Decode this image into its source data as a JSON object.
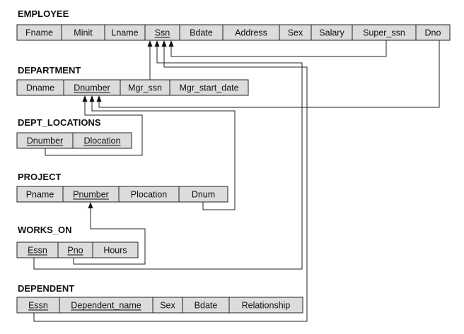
{
  "relations": [
    {
      "id": "employee",
      "name": "EMPLOYEE",
      "attributes": [
        "Fname",
        "Minit",
        "Lname",
        "Ssn",
        "Bdate",
        "Address",
        "Sex",
        "Salary",
        "Super_ssn",
        "Dno"
      ],
      "keys": [
        "Ssn"
      ]
    },
    {
      "id": "department",
      "name": "DEPARTMENT",
      "attributes": [
        "Dname",
        "Dnumber",
        "Mgr_ssn",
        "Mgr_start_date"
      ],
      "keys": [
        "Dnumber"
      ]
    },
    {
      "id": "dept-locations",
      "name": "DEPT_LOCATIONS",
      "attributes": [
        "Dnumber",
        "Dlocation"
      ],
      "keys": [
        "Dnumber",
        "Dlocation"
      ]
    },
    {
      "id": "project",
      "name": "PROJECT",
      "attributes": [
        "Pname",
        "Pnumber",
        "Plocation",
        "Dnum"
      ],
      "keys": [
        "Pnumber"
      ]
    },
    {
      "id": "works-on",
      "name": "WORKS_ON",
      "attributes": [
        "Essn",
        "Pno",
        "Hours"
      ],
      "keys": [
        "Essn",
        "Pno"
      ]
    },
    {
      "id": "dependent",
      "name": "DEPENDENT",
      "attributes": [
        "Essn",
        "Dependent_name",
        "Sex",
        "Bdate",
        "Relationship"
      ],
      "keys": [
        "Essn",
        "Dependent_name"
      ]
    }
  ],
  "foreign_keys": [
    {
      "from": "EMPLOYEE.Super_ssn",
      "to": "EMPLOYEE.Ssn"
    },
    {
      "from": "EMPLOYEE.Dno",
      "to": "DEPARTMENT.Dnumber"
    },
    {
      "from": "DEPARTMENT.Mgr_ssn",
      "to": "EMPLOYEE.Ssn"
    },
    {
      "from": "DEPT_LOCATIONS.Dnumber",
      "to": "DEPARTMENT.Dnumber"
    },
    {
      "from": "PROJECT.Dnum",
      "to": "DEPARTMENT.Dnumber"
    },
    {
      "from": "WORKS_ON.Pno",
      "to": "PROJECT.Pnumber"
    },
    {
      "from": "WORKS_ON.Essn",
      "to": "EMPLOYEE.Ssn"
    },
    {
      "from": "DEPENDENT.Essn",
      "to": "EMPLOYEE.Ssn"
    }
  ]
}
